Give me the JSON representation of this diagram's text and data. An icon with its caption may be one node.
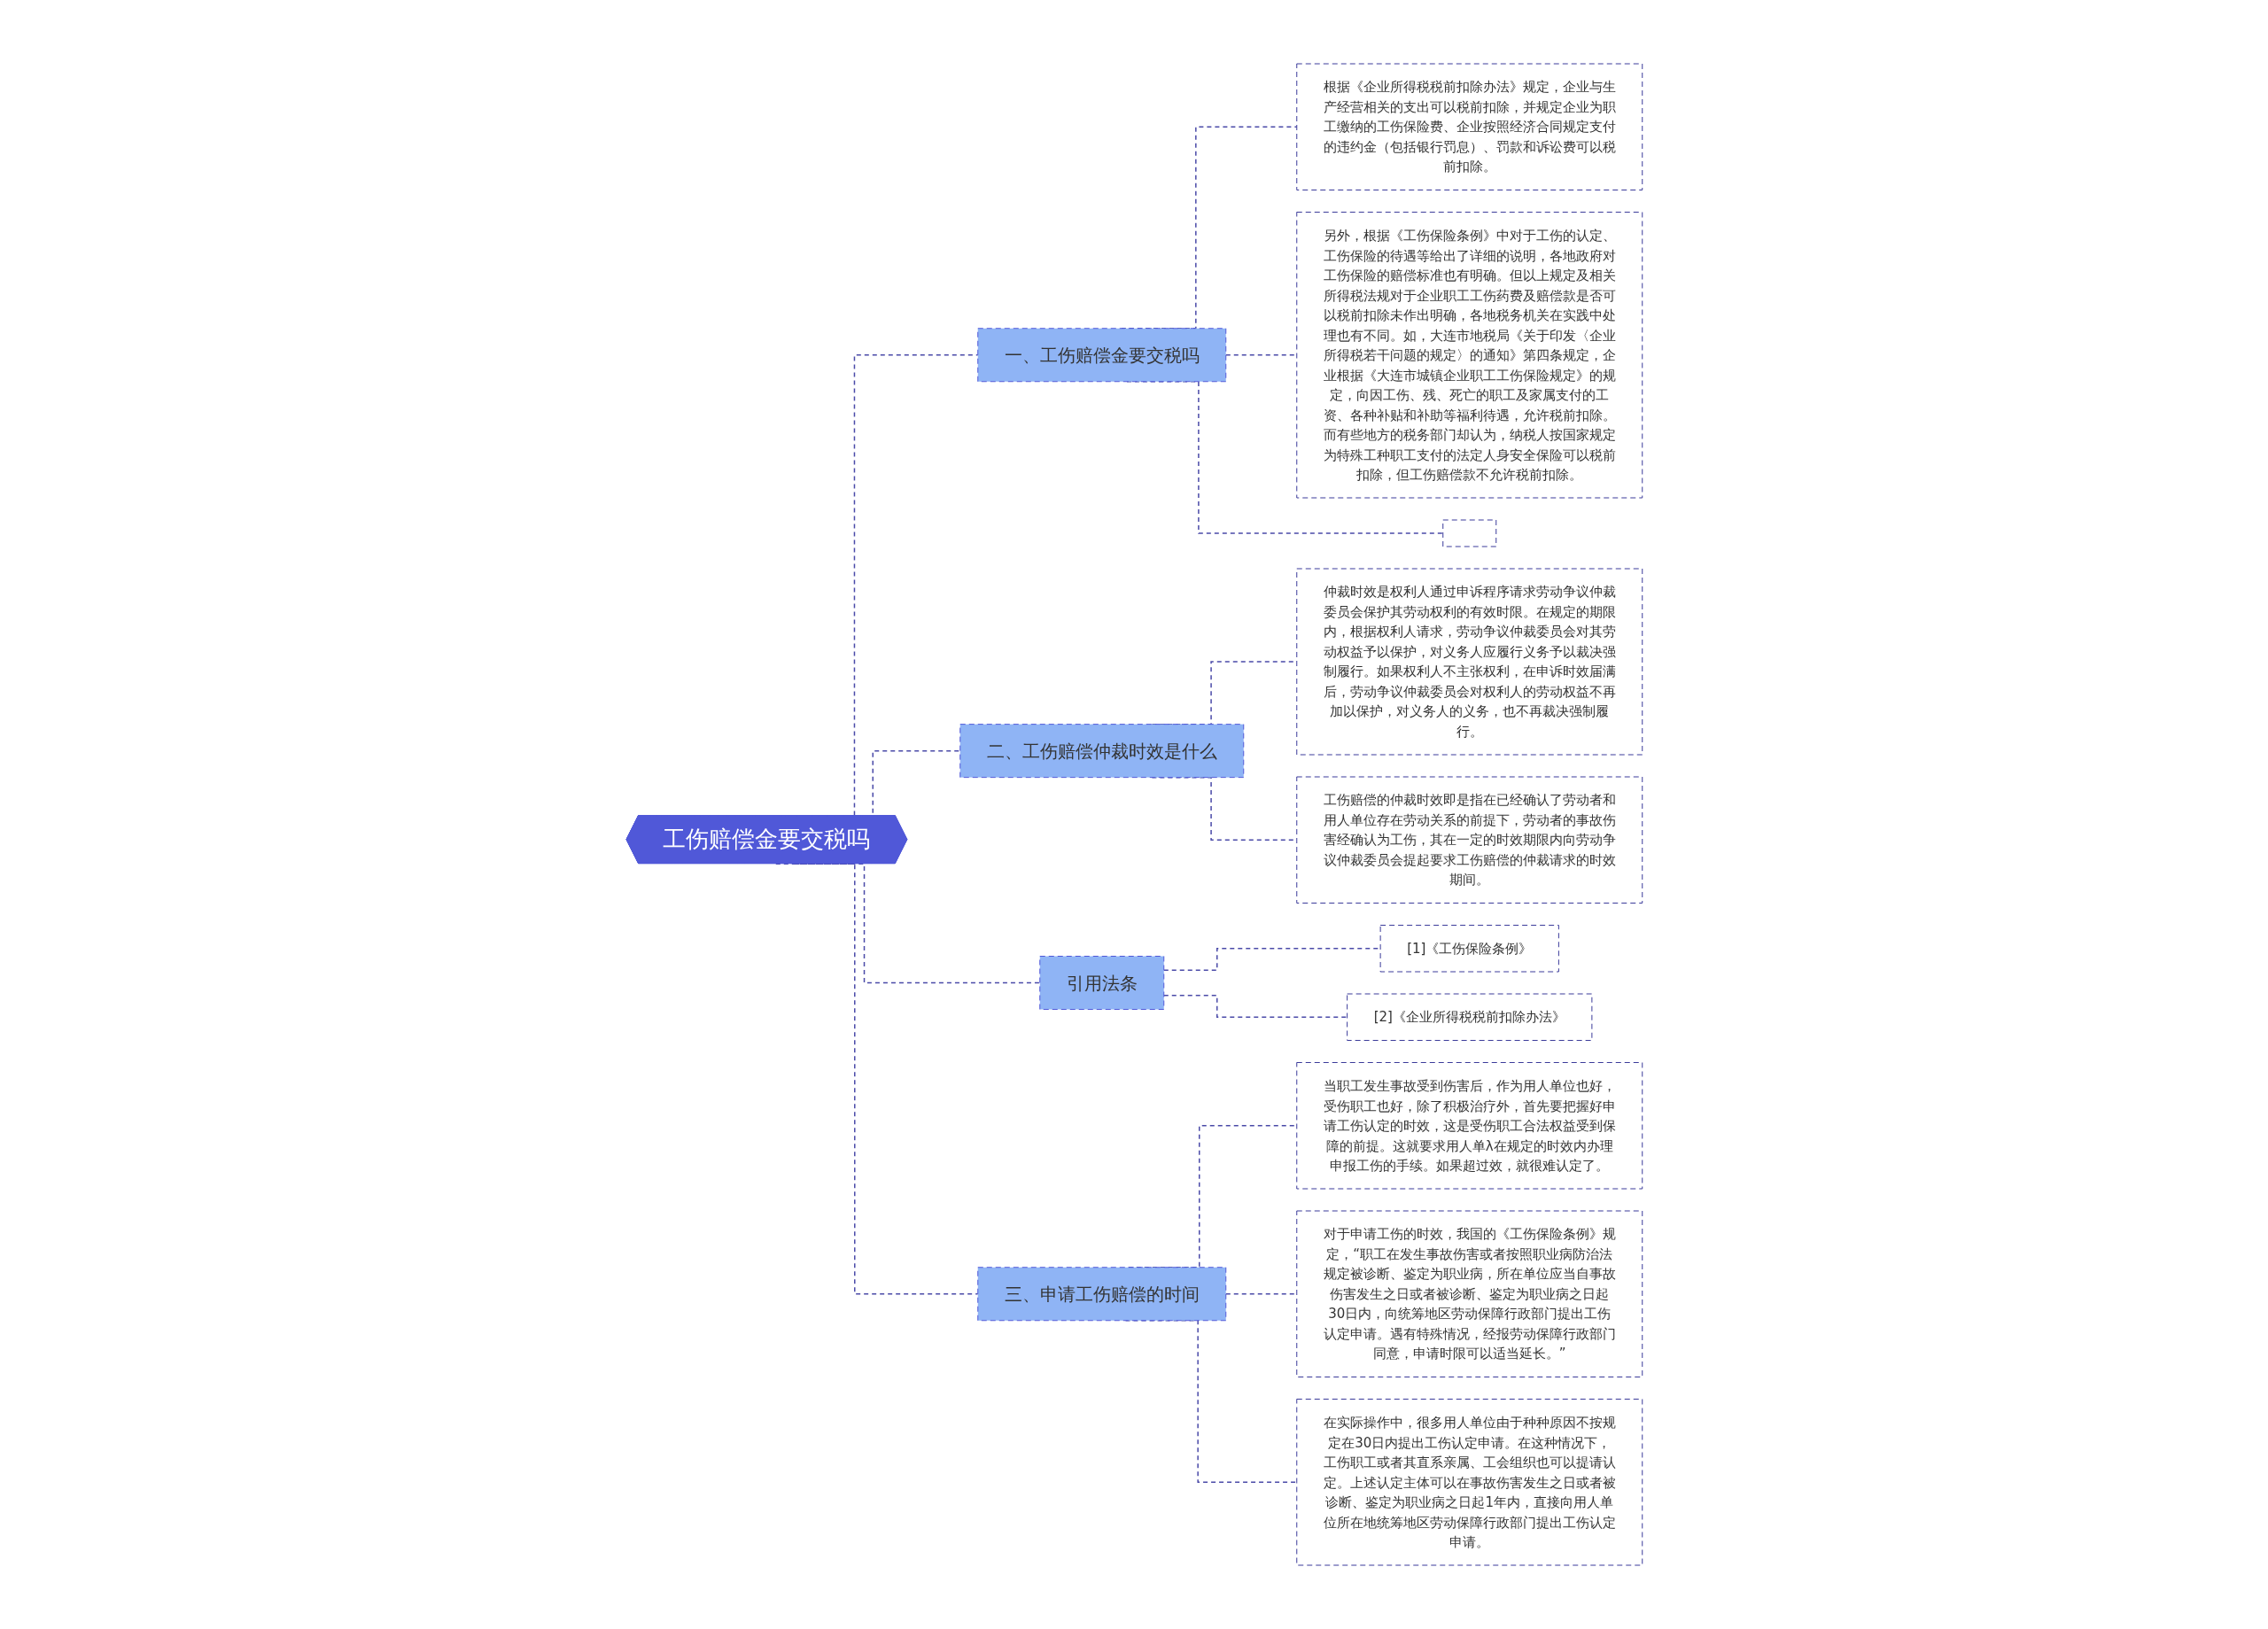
{
  "diagram": {
    "nodes": [
      {
        "text": [
          "工伤赔偿金要交税吗"
        ]
      },
      {
        "text": [
          "一、工伤赔偿金要交税吗"
        ]
      },
      {
        "text": [
          "根据《企业所得税税前扣除办法》规定，企业与生产经营相关的支出可以税前扣除，并规定企业为职工缴纳的工伤保险费、企业按照经济合同规定支付的违约金（包括银行罚息）、罚款和诉讼费可以税前扣除。"
        ]
      },
      {
        "text": [
          "另外，根据《工伤保险条例》中对于工伤的认定、工伤保险的待遇等给出了详细的说明，各地政府对工伤保险的赔偿标准也有明确。但以上规定及相关所得税法规对于企业职工工伤药费及赔偿款是否可以税前扣除未作出明确，各地税务机关在实践中处理也有不同。如，大连市地税局《关于印发〈企业所得税若干问题的规定〉的通知》第四条规定，企业根据《大连市城镇企业职工工伤保险规定》的规定，向因工伤、残、死亡的职工及家属支付的工资、各种补贴和补助等福利待遇，允许税前扣除。而有些地方的税务部门却认为，纳税人按国家规定为特殊工种职工支付的法定人身安全保险可以税前扣除，但工伤赔偿款不允许税前扣除。"
        ]
      },
      {
        "text": [],
        "shape": "box"
      },
      {
        "text": [
          "二、工伤赔偿仲裁时效是什么"
        ]
      },
      {
        "text": [
          "仲裁时效是权利人通过申诉程序请求劳动争议仲裁委员会保护其劳动权利的有效时限。在规定的期限内，根据权利人请求，劳动争议仲裁委员会对其劳动权益予以保护，对义务人应履行义务予以裁决强制履行。如果权利人不主张权利，在申诉时效届满后，劳动争议仲裁委员会对权利人的劳动权益不再加以保护，对义务人的义务，也不再裁决强制履行。"
        ]
      },
      {
        "text": [
          "工伤赔偿的仲裁时效即是指在已经确认了劳动者和用人单位存在劳动关系的前提下，劳动者的事故伤害经确认为工伤，其在一定的时效期限内向劳动争议仲裁委员会提起要求工伤赔偿的仲裁请求的时效期间。"
        ]
      },
      {
        "text": [
          "引用法条"
        ]
      },
      {
        "text": [
          "[1]《工伤保险条例》"
        ]
      },
      {
        "text": [
          "[2]《企业所得税税前扣除办法》"
        ]
      },
      {
        "text": [
          "三、申请工伤赔偿的时间"
        ]
      },
      {
        "text": [
          "当职工发生事故受到伤害后，作为用人单位也好，受伤职工也好，除了积极治疗外，首先要把握好申请工伤认定的时效，这是受伤职工合法权益受到保障的前提。这就要求用人单λ在规定的时效内办理申报工伤的手续。如果超过效，就很难认定了。"
        ]
      },
      {
        "text": [
          "对于申请工伤的时效，我国的《工伤保险条例》规定，“职工在发生事故伤害或者按照职业病防治法规定被诊断、鉴定为职业病，所在单位应当自事故伤害发生之日或者被诊断、鉴定为职业病之日起30日内，向统筹地区劳动保障行政部门提出工伤认定申请。遇有特殊情况，经报劳动保障行政部门同意，申请时限可以适当延长。”"
        ]
      },
      {
        "text": [
          "在实际操作中，很多用人单位由于种种原因不按规定在30日内提出工伤认定申请。在这种情况下，工伤职工或者其直系亲属、工会组织也可以提请认定。上述认定主体可以在事故伤害发生之日或者被诊断、鉴定为职业病之日起1年内，直接向用人单位所在地统筹地区劳动保障行政部门提出工伤认定申请。"
        ]
      }
    ],
    "edges": [
      {
        "from": 0,
        "to": 1,
        "arrow": "none",
        "style": "dashed"
      },
      {
        "from": 1,
        "to": 2,
        "arrow": "none",
        "style": "dashed"
      },
      {
        "from": 1,
        "to": 3,
        "arrow": "none",
        "style": "dashed"
      },
      {
        "from": 1,
        "to": 4,
        "arrow": "none",
        "style": "dashed"
      },
      {
        "from": 0,
        "to": 5,
        "arrow": "none",
        "style": "dashed"
      },
      {
        "from": 5,
        "to": 6,
        "arrow": "none",
        "style": "dashed"
      },
      {
        "from": 5,
        "to": 7,
        "arrow": "none",
        "style": "dashed"
      },
      {
        "from": 0,
        "to": 8,
        "arrow": "none",
        "style": "dashed"
      },
      {
        "from": 8,
        "to": 9,
        "arrow": "none",
        "style": "dashed"
      },
      {
        "from": 8,
        "to": 10,
        "arrow": "none",
        "style": "dashed"
      },
      {
        "from": 0,
        "to": 11,
        "arrow": "none",
        "style": "dashed"
      },
      {
        "from": 11,
        "to": 12,
        "arrow": "none",
        "style": "dashed"
      },
      {
        "from": 11,
        "to": 13,
        "arrow": "none",
        "style": "dashed"
      },
      {
        "from": 11,
        "to": 14,
        "arrow": "none",
        "style": "dashed"
      }
    ]
  }
}
